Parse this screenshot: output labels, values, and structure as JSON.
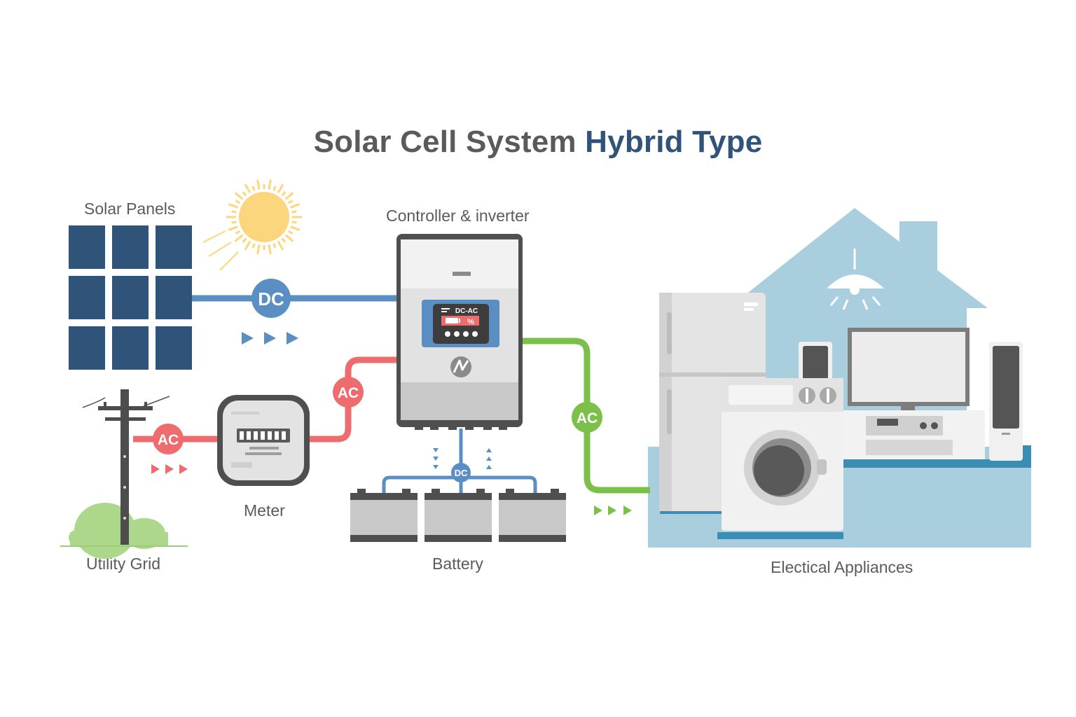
{
  "title": {
    "main": "Solar Cell System",
    "accent": "Hybrid Type"
  },
  "labels": {
    "solar_panels": "Solar Panels",
    "controller": "Controller & inverter",
    "meter": "Meter",
    "utility_grid": "Utility Grid",
    "battery": "Battery",
    "appliances": "Electical Appliances"
  },
  "badges": {
    "dc_panel": "DC",
    "ac_grid": "AC",
    "ac_meter": "AC",
    "ac_house": "AC",
    "dc_battery": "DC"
  },
  "inverter_display": {
    "mode": "DC-AC",
    "percent": "%"
  },
  "colors": {
    "title_text": "#5a5a5a",
    "title_accent": "#2f5379",
    "dc_line": "#5b8fc4",
    "ac_grid_line": "#ee6b6e",
    "ac_house_line": "#7cc04a",
    "solar_panel": "#2f5379",
    "house": "#a9cfdf",
    "sun": "#fbd67c"
  },
  "icons": [
    "sun-icon",
    "solar-panel-icon",
    "utility-pole-icon",
    "meter-icon",
    "inverter-icon",
    "battery-icon",
    "house-icon",
    "lamp-icon",
    "refrigerator-icon",
    "washing-machine-icon",
    "tv-icon",
    "speaker-icon",
    "flow-arrow-icon"
  ]
}
